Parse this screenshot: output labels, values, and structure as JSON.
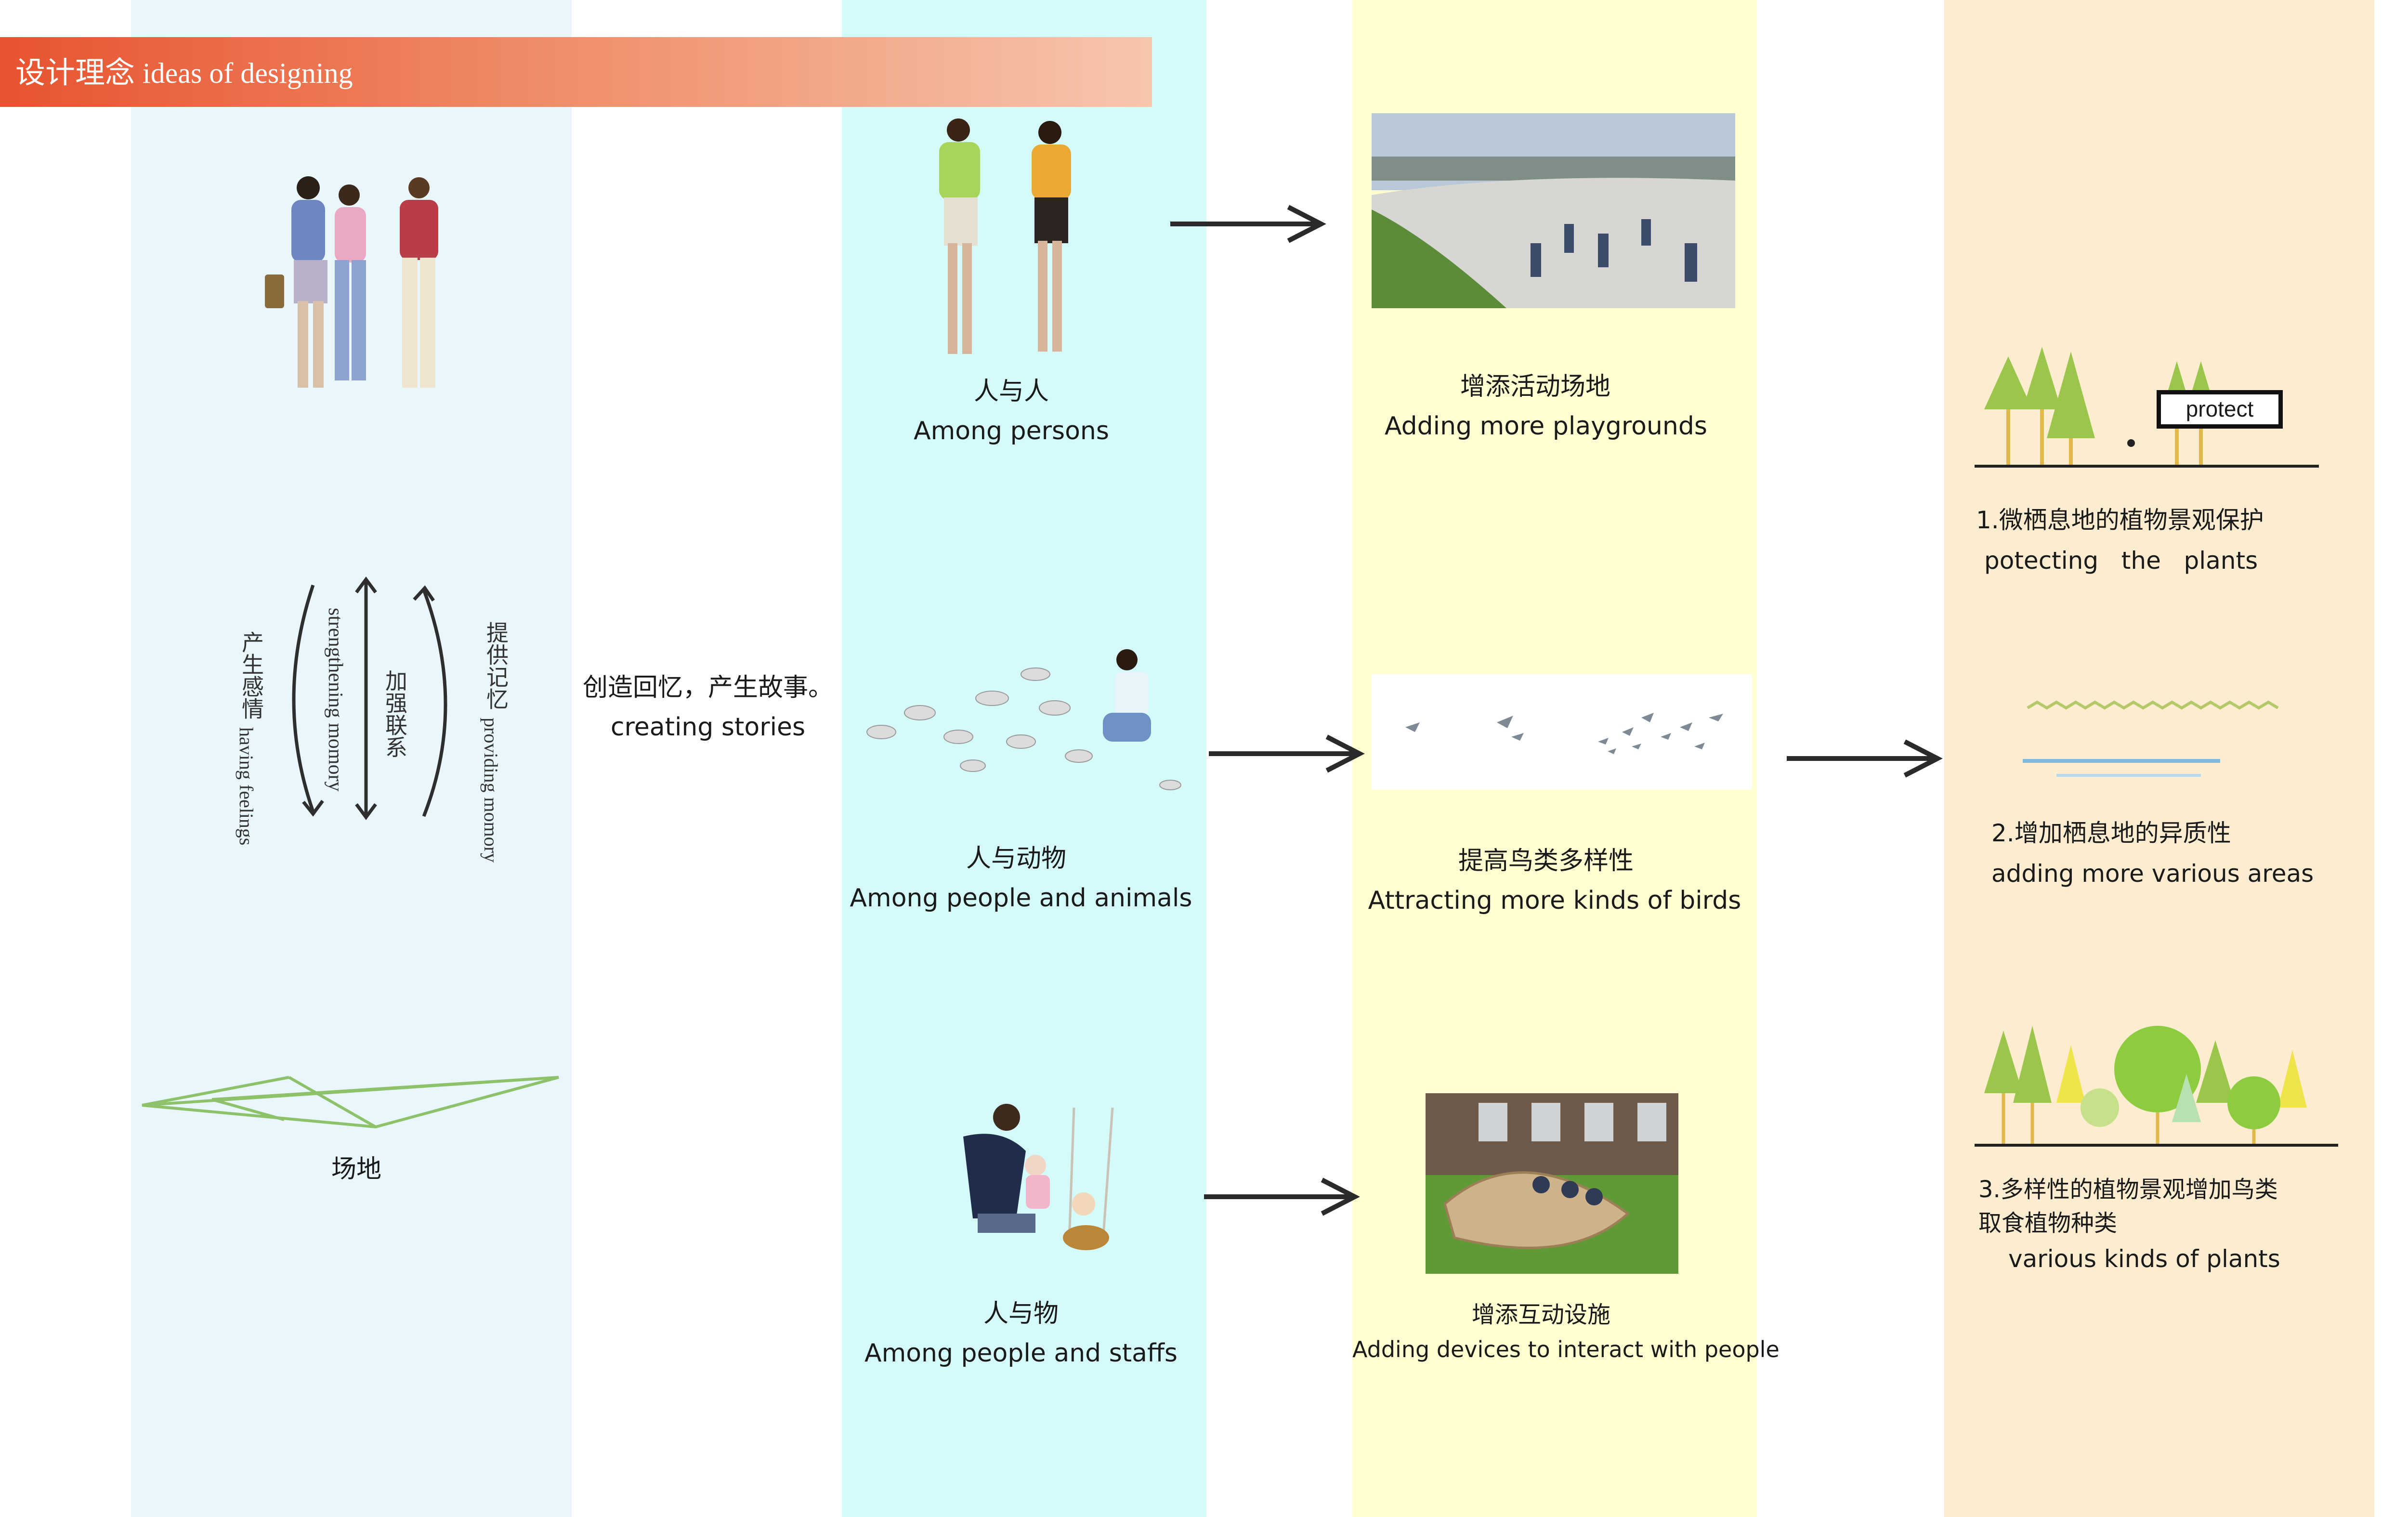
{
  "header": {
    "title_cn": "设计理念",
    "title_en": "ideas of designing"
  },
  "colors": {
    "header_start": "#e8532f",
    "header_end": "#f6c6ad",
    "band_site": "#e9f7fc",
    "band_people": "#d4fafa",
    "band_effects": "#ffffd2",
    "band_goals": "#fcecd0",
    "arrow": "#2a2a2a",
    "landscape_green": "#8dc26b"
  },
  "site_column": {
    "memory_loop": {
      "left_outer": "产生感情",
      "left_inner": "having feelings",
      "center_outer": "strengthening momory",
      "center_inner": "加强联系",
      "right_outer": "提供记忆",
      "right_inner": "providing momory"
    },
    "site_label": "场地"
  },
  "stories": {
    "cn": "创造回忆，产生故事。",
    "en": "creating stories"
  },
  "relations": [
    {
      "cn": "人与人",
      "en": "Among persons"
    },
    {
      "cn": "人与动物",
      "en": "Among people and animals"
    },
    {
      "cn": "人与物",
      "en": "Among people and staffs"
    }
  ],
  "effects": [
    {
      "cn": "增添活动场地",
      "en": "Adding more playgrounds"
    },
    {
      "cn": "提高鸟类多样性",
      "en": "Attracting more kinds of birds"
    },
    {
      "cn": "增添互动设施",
      "en": "Adding devices to interact with people"
    }
  ],
  "goals": [
    {
      "cn": "1.微栖息地的植物景观保护",
      "en": "potecting   the   plants",
      "sign": "protect"
    },
    {
      "cn": "2.增加栖息地的异质性",
      "en": "adding more various areas"
    },
    {
      "cn": "3.多样性的植物景观增加鸟类\n取食植物种类",
      "en": "various kinds of plants"
    }
  ]
}
